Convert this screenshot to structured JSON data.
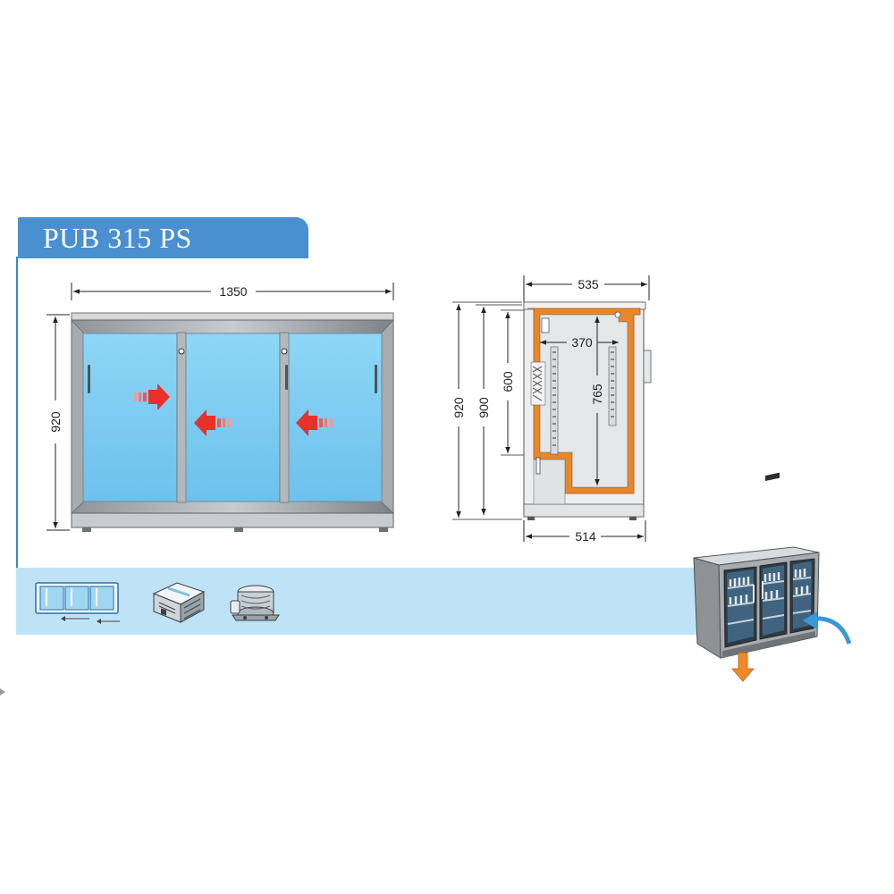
{
  "header": {
    "title": "PUB 315 PS"
  },
  "front_view": {
    "width_label": "1350",
    "height_label": "920",
    "doors": 3
  },
  "side_view": {
    "top_depth_label": "535",
    "bottom_depth_label": "514",
    "total_height_label": "920",
    "inner_height_label": "900",
    "unit_height_label": "600",
    "interior_height_label": "765",
    "interior_depth_label": "370"
  },
  "icons": [
    "sliding-doors-icon",
    "ventilated-unit-icon",
    "compressor-icon"
  ],
  "colors": {
    "tab_blue": "#4a8fd0",
    "strip_blue": "#bfe3f6",
    "glass_blue": "#7fcdf2",
    "arrow_red": "#e8312b",
    "insulation_orange": "#e8872a",
    "airflow_blue": "#3a98d8"
  }
}
